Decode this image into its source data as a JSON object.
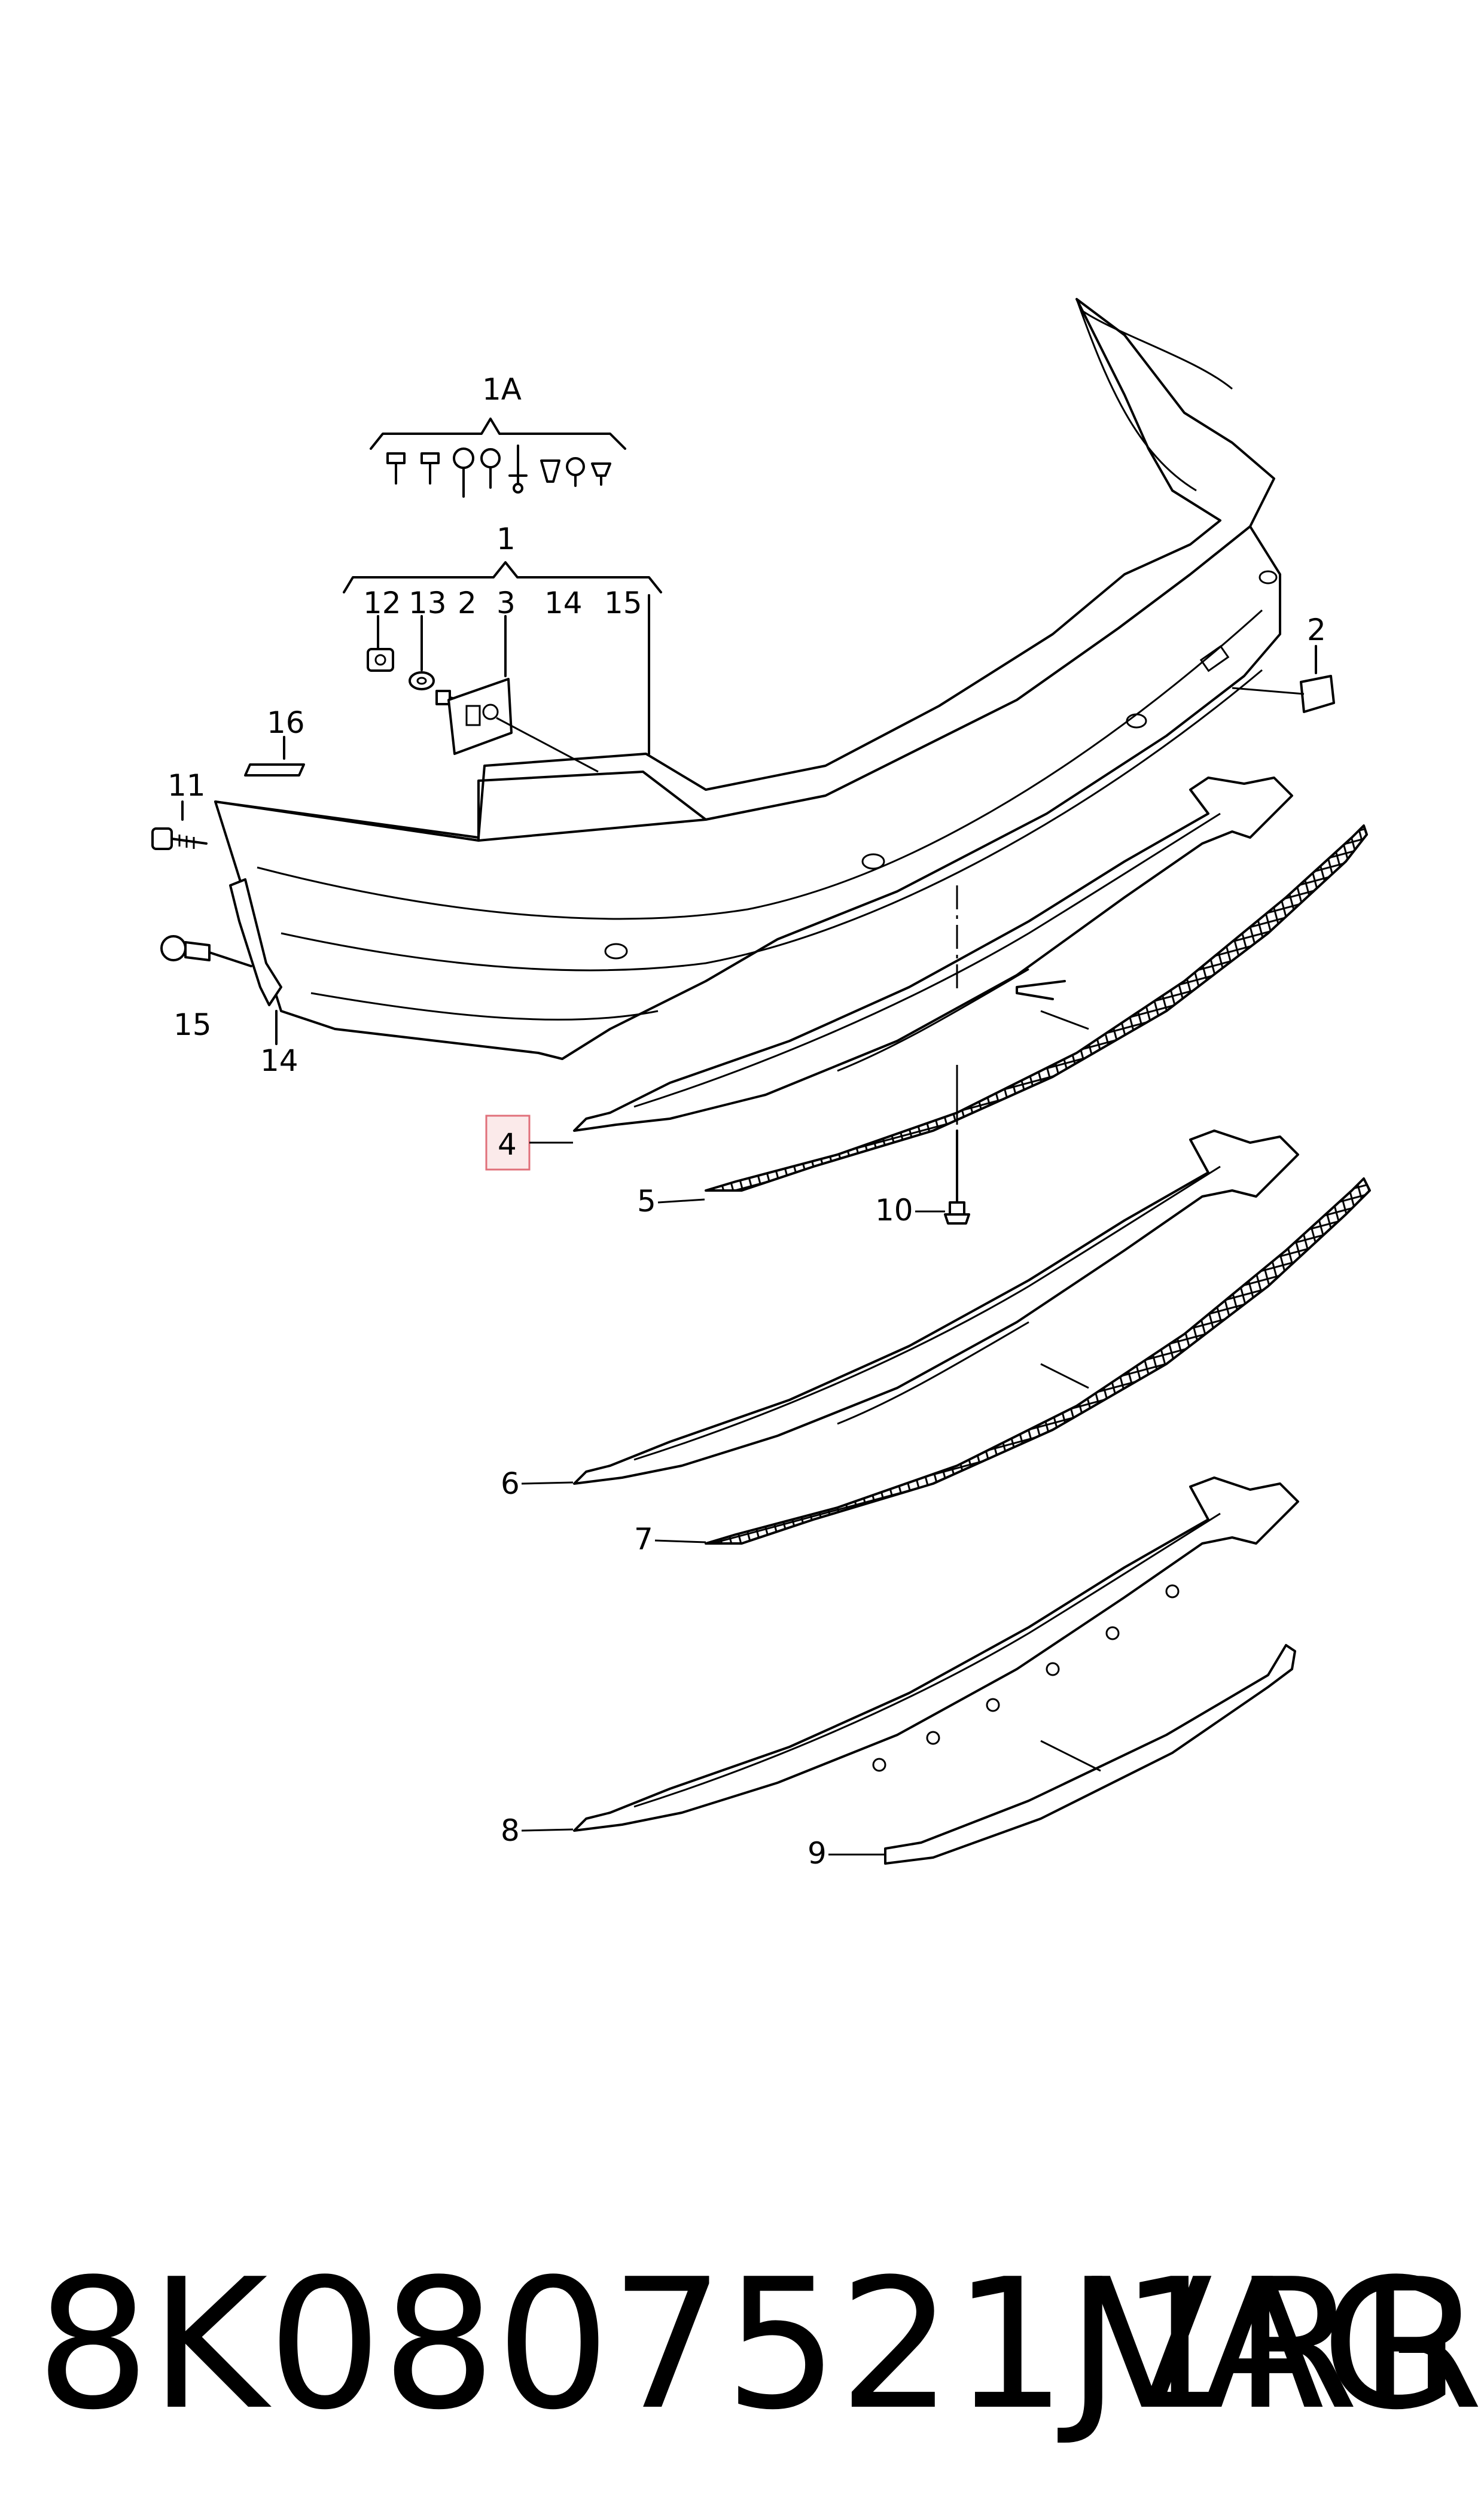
{
  "callouts": {
    "c1A": "1A",
    "c1": "1",
    "c12": "12",
    "c13": "13",
    "c2a": "2",
    "c3": "3",
    "c14a": "14",
    "c15a": "15",
    "c16": "16",
    "c11": "11",
    "c15b": "15",
    "c14b": "14",
    "c2b": "2",
    "c4": "4",
    "c5": "5",
    "c10": "10",
    "c6": "6",
    "c7": "7",
    "c8": "8",
    "c9": "9"
  },
  "highlight_color": "#e0707a",
  "footer": {
    "part_number": "8K0807521J1RR",
    "brand": "VAG"
  }
}
